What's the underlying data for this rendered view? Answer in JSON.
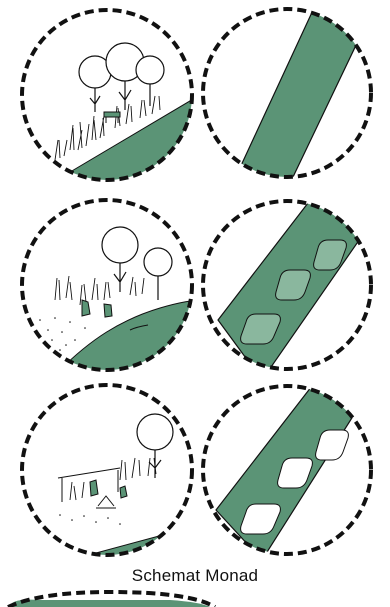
{
  "caption": "Schemat Monad",
  "colors": {
    "green": "#5b9476",
    "light_green": "#8ab79e",
    "line": "#111111",
    "background": "#ffffff"
  },
  "rows": [
    {
      "left_scene": "trees-grass-slope",
      "right_scene": "diagonal-band"
    },
    {
      "left_scene": "trees-grass-figures-mound",
      "right_scene": "band-with-light-cells"
    },
    {
      "left_scene": "tree-grass-figures-fence",
      "right_scene": "band-with-empty-cells"
    }
  ]
}
